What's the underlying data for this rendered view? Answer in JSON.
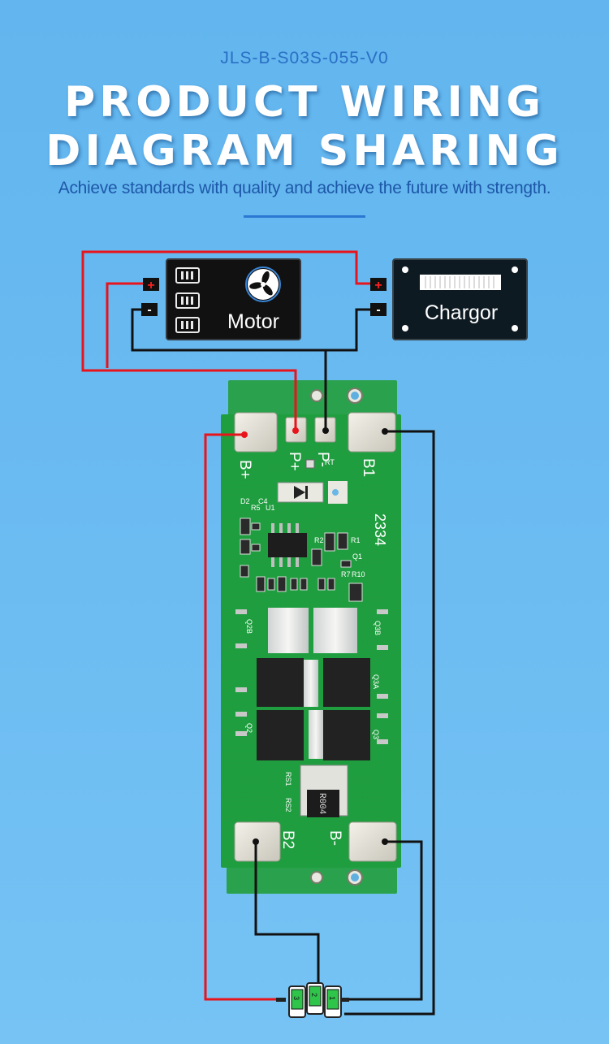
{
  "header": {
    "model_code": "JLS-B-S03S-055-V0",
    "title_line1": "PRODUCT WIRING",
    "title_line2": "DIAGRAM SHARING",
    "subtitle": "Achieve standards with quality and achieve the future with strength."
  },
  "devices": {
    "motor_label": "Motor",
    "charger_label": "Chargor",
    "plus_sign": "+",
    "minus_sign": "-"
  },
  "board": {
    "pad_b_plus": "B+",
    "pad_p_plus": "P+",
    "pad_p_minus": "P-",
    "pad_b1": "B1",
    "pad_b2": "B2",
    "pad_b_minus": "B-",
    "marking_2334": "2334",
    "resistor_code": "R004",
    "label_rs1": "RS1",
    "label_rs2": "RS2",
    "label_q2b": "Q2B",
    "label_q3b": "Q3B",
    "label_q3a": "Q3A",
    "label_q2": "Q2",
    "label_q3": "Q3",
    "label_d2": "D2",
    "label_r5": "R5",
    "label_c4": "C4",
    "label_u1": "U1",
    "label_r2": "R2",
    "label_r1": "R1",
    "label_q1": "Q1",
    "label_r10": "R10",
    "label_r7": "R7",
    "label_rt": "RT"
  },
  "cells": [
    "1",
    "2",
    "3"
  ],
  "colors": {
    "wire_positive": "#e8141c",
    "wire_negative": "#111111",
    "board_green": "#1f9e3f",
    "background": "#6cbcf2"
  }
}
